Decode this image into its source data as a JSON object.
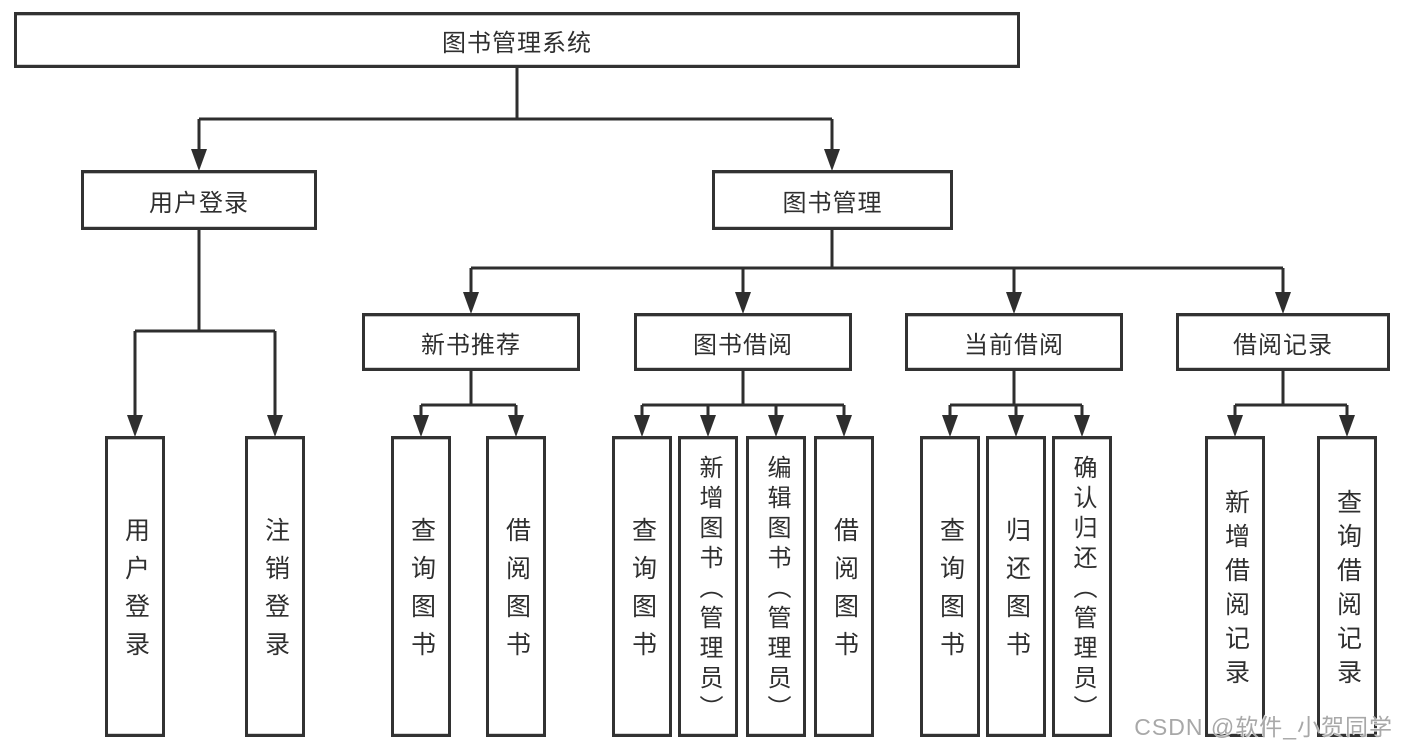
{
  "colors": {
    "background": "#ffffff",
    "line": "#2e2e2e",
    "border": "#323232",
    "text": "#2f2f2f",
    "watermark": "#a8a8a8"
  },
  "watermark": "CSDN @软件_小贺同学",
  "root": {
    "label": "图书管理系统"
  },
  "l2": [
    {
      "label": "用户登录",
      "parent": "图书管理系统"
    },
    {
      "label": "图书管理",
      "parent": "图书管理系统"
    }
  ],
  "l3": [
    {
      "label": "新书推荐",
      "parent": "图书管理"
    },
    {
      "label": "图书借阅",
      "parent": "图书管理"
    },
    {
      "label": "当前借阅",
      "parent": "图书管理"
    },
    {
      "label": "借阅记录",
      "parent": "图书管理"
    }
  ],
  "l4": [
    {
      "label": "用户登录",
      "parent": "用户登录"
    },
    {
      "label": "注销登录",
      "parent": "用户登录"
    },
    {
      "label": "查询图书",
      "parent": "新书推荐"
    },
    {
      "label": "借阅图书",
      "parent": "新书推荐"
    },
    {
      "label": "查询图书",
      "parent": "图书借阅"
    },
    {
      "label": "新增图书（管理员）",
      "parent": "图书借阅"
    },
    {
      "label": "编辑图书（管理员）",
      "parent": "图书借阅"
    },
    {
      "label": "借阅图书",
      "parent": "图书借阅"
    },
    {
      "label": "查询图书",
      "parent": "当前借阅"
    },
    {
      "label": "归还图书",
      "parent": "当前借阅"
    },
    {
      "label": "确认归还（管理员）",
      "parent": "当前借阅"
    },
    {
      "label": "新增借阅记录",
      "parent": "借阅记录"
    },
    {
      "label": "查询借阅记录",
      "parent": "借阅记录"
    }
  ]
}
